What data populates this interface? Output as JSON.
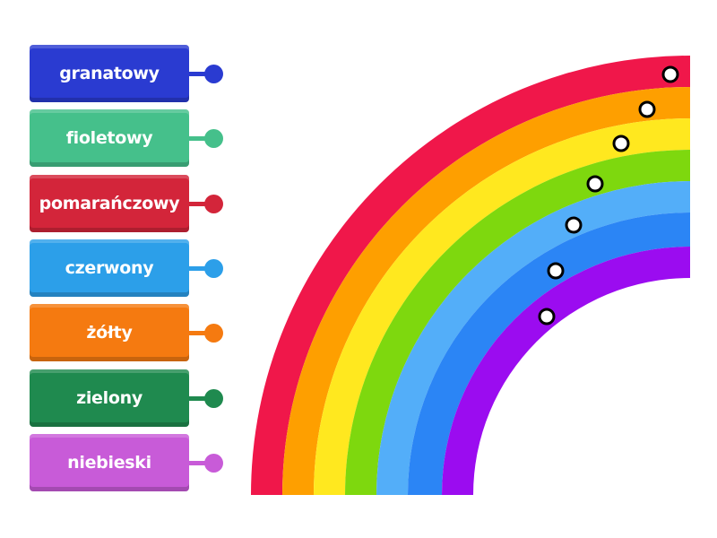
{
  "labels": [
    {
      "text": "granatowy",
      "color": "#2a3bd1"
    },
    {
      "text": "fioletowy",
      "color": "#45c08b"
    },
    {
      "text": "pomarańczowy",
      "color": "#d3253a"
    },
    {
      "text": "czerwony",
      "color": "#2c9fe9"
    },
    {
      "text": "żółty",
      "color": "#f57a10"
    },
    {
      "text": "zielony",
      "color": "#1f8a4f"
    },
    {
      "text": "niebieski",
      "color": "#c85bd8"
    }
  ],
  "rainbow_bands": [
    "#f0174a",
    "#fe9f00",
    "#ffe81f",
    "#7ed80e",
    "#53aef9",
    "#2b85f5",
    "#9b0cf0"
  ],
  "drop_pins": 7
}
